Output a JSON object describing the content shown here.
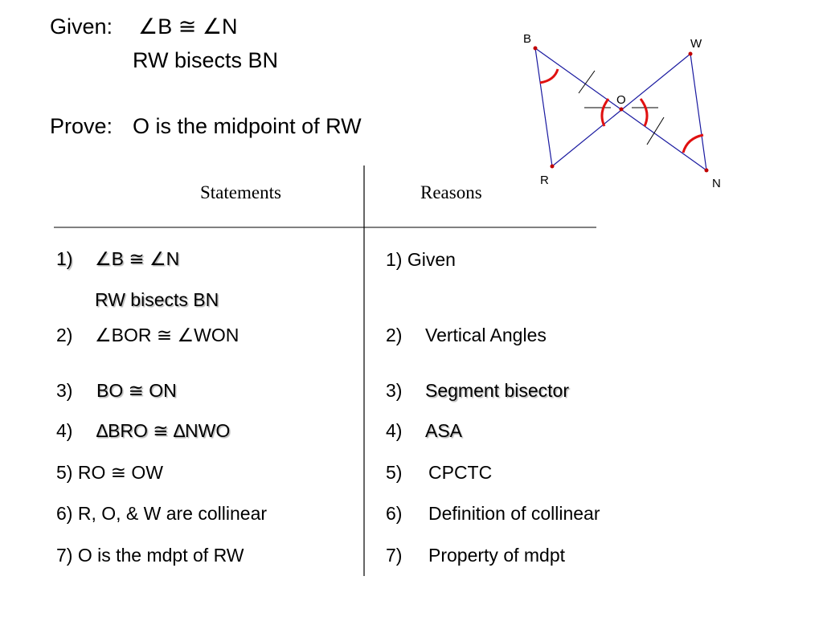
{
  "given": {
    "label": "Given:",
    "line1": "∠B ≅ ∠N",
    "line2": "RW bisects BN"
  },
  "prove": {
    "label": "Prove:",
    "text": "O is the midpoint of RW"
  },
  "table": {
    "headers": {
      "statements": "Statements",
      "reasons": "Reasons"
    },
    "rows": [
      {
        "num": "1)",
        "statement": "∠B ≅ ∠N",
        "reason": "1)  Given"
      },
      {
        "statement": "RW bisects BN"
      },
      {
        "num": "2)",
        "statement": "∠BOR ≅ ∠WON",
        "reason_num": "2)",
        "reason": "Vertical Angles"
      },
      {
        "num": "3)",
        "statement": "BO ≅ ON",
        "reason_num": "3)",
        "reason": "Segment bisector"
      },
      {
        "num": "4)",
        "statement": "∆BRO ≅ ∆NWO",
        "reason_num": "4)",
        "reason": "ASA"
      },
      {
        "statement": "5)  RO ≅ OW",
        "reason_num": "5)",
        "reason": "CPCTC"
      },
      {
        "statement": "6)  R, O, & W are collinear",
        "reason_num": "6)",
        "reason": "Definition of collinear"
      },
      {
        "statement": "7)  O is the mdpt of RW",
        "reason_num": "7)",
        "reason": "Property of mdpt"
      }
    ]
  },
  "diagram": {
    "points": {
      "B": "B",
      "W": "W",
      "O": "O",
      "R": "R",
      "N": "N"
    },
    "colors": {
      "segment": "#1a1aa0",
      "angle_mark": "#e01010",
      "point": "#c00000",
      "tick": "#000000"
    }
  }
}
